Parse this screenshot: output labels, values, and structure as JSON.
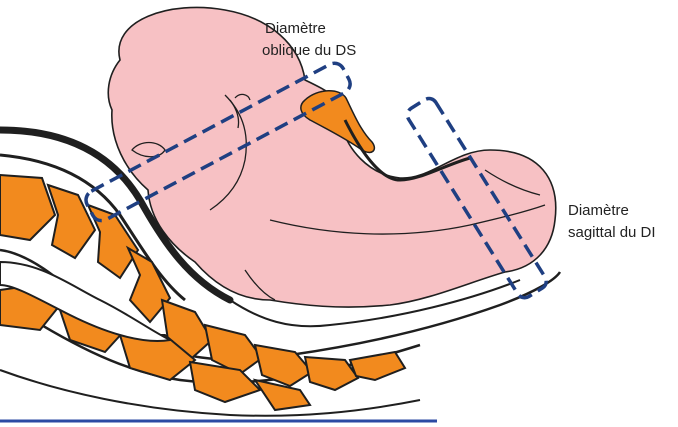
{
  "labels": {
    "oblique_ds": {
      "line1": "Diamètre",
      "line2": "oblique du DS"
    },
    "sagittal_di": {
      "line1": "Diamètre",
      "line2": "sagittal du DI"
    }
  },
  "colors": {
    "baby_skin": "#f7c1c4",
    "outline": "#1f1f1f",
    "bone": "#f28a1e",
    "diameter_dash": "#1f3f82",
    "ground_line": "#2b4aa3",
    "background": "#ffffff"
  }
}
